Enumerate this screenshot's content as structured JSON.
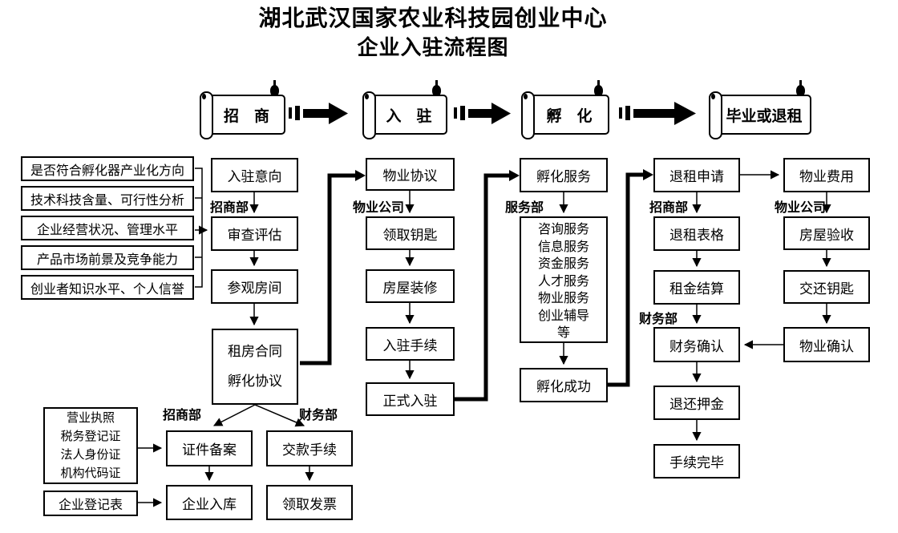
{
  "title": {
    "line1": "湖北武汉国家农业科技园创业中心",
    "line2": "企业入驻流程图"
  },
  "stages": [
    {
      "label": "招　商"
    },
    {
      "label": "入　驻"
    },
    {
      "label": "孵　化"
    },
    {
      "label": "毕业或退租"
    }
  ],
  "criteria": [
    "是否符合孵化器产业化方向",
    "技术科技含量、可行性分析",
    "企业经营状况、管理水平",
    "产品市场前景及竞争能力",
    "创业者知识水平、个人信誉"
  ],
  "dept_labels": {
    "recruitment_top": "招商部",
    "property_entry": "物业公司",
    "service": "服务部",
    "recruitment_exit": "招商部",
    "finance_exit": "财务部",
    "property_exit": "物业公司",
    "recruitment_bottom": "招商部",
    "finance_bottom": "财务部"
  },
  "recruitment_flow": {
    "intent": "入驻意向",
    "review": "审查评估",
    "visit": "参观房间",
    "contract_line1": "租房合同",
    "contract_line2": "孵化协议"
  },
  "entry_flow": {
    "agreement": "物业协议",
    "keys": "领取钥匙",
    "decoration": "房屋装修",
    "procedure": "入驻手续",
    "official": "正式入驻"
  },
  "incubation_flow": {
    "service": "孵化服务",
    "services": [
      "咨询服务",
      "信息服务",
      "资金服务",
      "人才服务",
      "物业服务",
      "创业辅导",
      "等"
    ],
    "success": "孵化成功"
  },
  "exit_flow": {
    "request": "退租申请",
    "form": "退租表格",
    "rent": "租金结算",
    "finance": "财务确认",
    "deposit": "退还押金",
    "complete": "手续完毕"
  },
  "property_exit_flow": {
    "fee": "物业费用",
    "inspection": "房屋验收",
    "keys": "交还钥匙",
    "confirm": "物业确认"
  },
  "filing_flow": {
    "documents": [
      "营业执照",
      "税务登记证",
      "法人身份证",
      "机构代码证"
    ],
    "registration": "企业登记表",
    "filing": "证件备案",
    "warehouse": "企业入库",
    "payment": "交款手续",
    "invoice": "领取发票"
  }
}
